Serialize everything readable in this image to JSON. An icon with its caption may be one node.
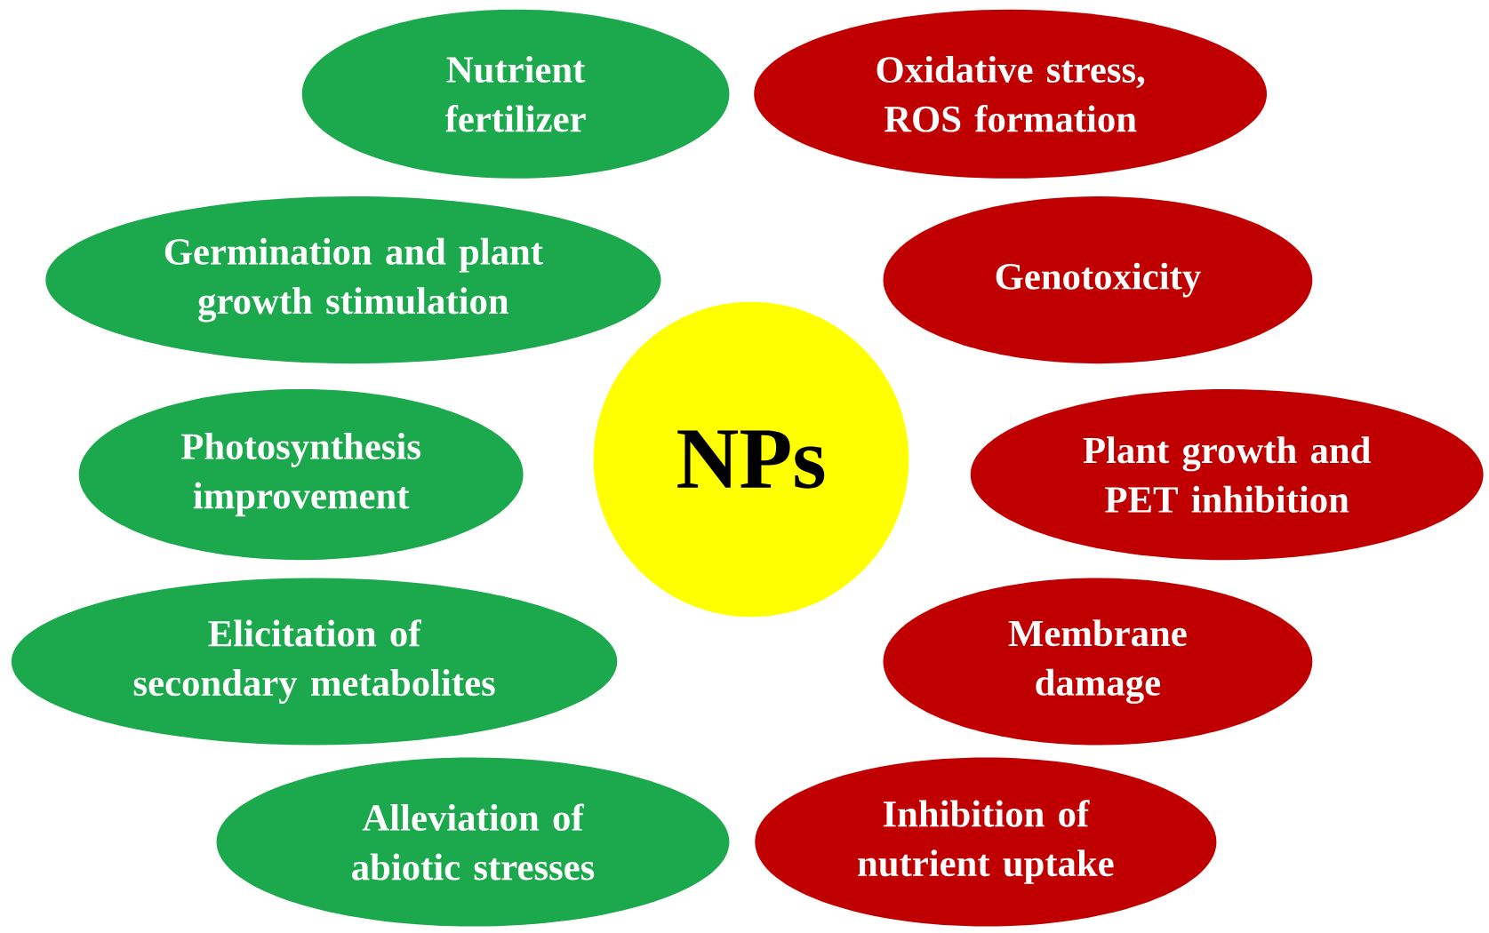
{
  "diagram": {
    "nodes": [
      {
        "text": [
          "NPs"
        ]
      },
      {
        "text": [
          "Nutrient fertilizer"
        ]
      },
      {
        "text": [
          "Germination and plant growth stimulation"
        ]
      },
      {
        "text": [
          "Photosynthesis improvement"
        ]
      },
      {
        "text": [
          "Elicitation of secondary metabolites"
        ]
      },
      {
        "text": [
          "Alleviation of abiotic stresses"
        ]
      },
      {
        "text": [
          "Oxidative stress, ROS formation"
        ]
      },
      {
        "text": [
          "Genotoxicity"
        ]
      },
      {
        "text": [
          "Plant growth and PET inhibition"
        ]
      },
      {
        "text": [
          "Membrane damage"
        ]
      },
      {
        "text": [
          "Inhibition of nutrient uptake"
        ]
      }
    ]
  }
}
